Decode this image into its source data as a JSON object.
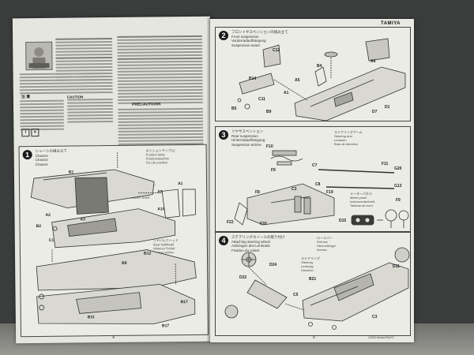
{
  "left_page": {
    "page_number": "4",
    "sections": {
      "precautions": "PRECAUTIONS",
      "caution": "CAUTION",
      "japanese_head": "注 意"
    },
    "step1": {
      "number": "1",
      "title_lines": [
        "シャーシの組み立て",
        "Chassis",
        "Chassis",
        "Chassis"
      ],
      "labels": [
        "B1",
        "A3",
        "A2",
        "B2",
        "C1",
        "A1",
        "A9",
        "A10",
        "B8",
        "B11",
        "B17",
        "B12",
        "B17"
      ],
      "callouts": [
        [
          "ポジションランプ(1)",
          "Position lamp",
          "Positionsleuchte",
          "Feu de position"
        ],
        [
          "前部バルクヘッド",
          "Front bulkhead",
          "Vorderes Schott",
          "Cloison avant"
        ],
        [
          "リヤバルクヘッド",
          "Rear bulkhead",
          "Hinteres Schott",
          "Cloison arrière"
        ]
      ]
    }
  },
  "right_page": {
    "page_number": "5",
    "brand": "TAMIYA",
    "footer": "12033 Honda RA272",
    "step2": {
      "number": "2",
      "title_lines": [
        "フロントサスペンションの組み立て",
        "Front suspension",
        "Vorderradaufhängung",
        "Suspension avant"
      ],
      "labels": [
        "B4",
        "A6",
        "C12",
        "B14",
        "B5",
        "B9",
        "D7",
        "A5",
        "D1",
        "A1",
        "C11"
      ]
    },
    "step3": {
      "number": "3",
      "title_lines": [
        "リヤサスペンション",
        "Rear suspension",
        "Hinterradaufhängung",
        "Suspension arrière"
      ],
      "labels": [
        "F10",
        "F9",
        "C7",
        "C8",
        "F11",
        "G20",
        "G13",
        "F8",
        "F9",
        "F22",
        "F20",
        "F19",
        "D15",
        "C3"
      ],
      "callouts": [
        [
          "ステアリングアーム",
          "Steering arm",
          "Lenkarm",
          "Bras de direction"
        ],
        [
          "メーターパネル",
          "Meter panel",
          "Instrumentenbrett",
          "Tableau de bord"
        ]
      ]
    },
    "step4": {
      "number": "4",
      "title_lines": [
        "ステアリングホイールの取り付け",
        "Attaching steering wheel",
        "Anbringen des Lenkrads",
        "Fixation du volant"
      ],
      "labels": [
        "D24",
        "D22",
        "D11",
        "B21",
        "C5",
        "C3"
      ],
      "callouts": [
        [
          "ロールバー",
          "Roll bar",
          "Überrollbügel",
          "Arceau"
        ],
        [
          "ステアリング",
          "Steering",
          "Lenkung",
          "Direction"
        ]
      ]
    }
  }
}
